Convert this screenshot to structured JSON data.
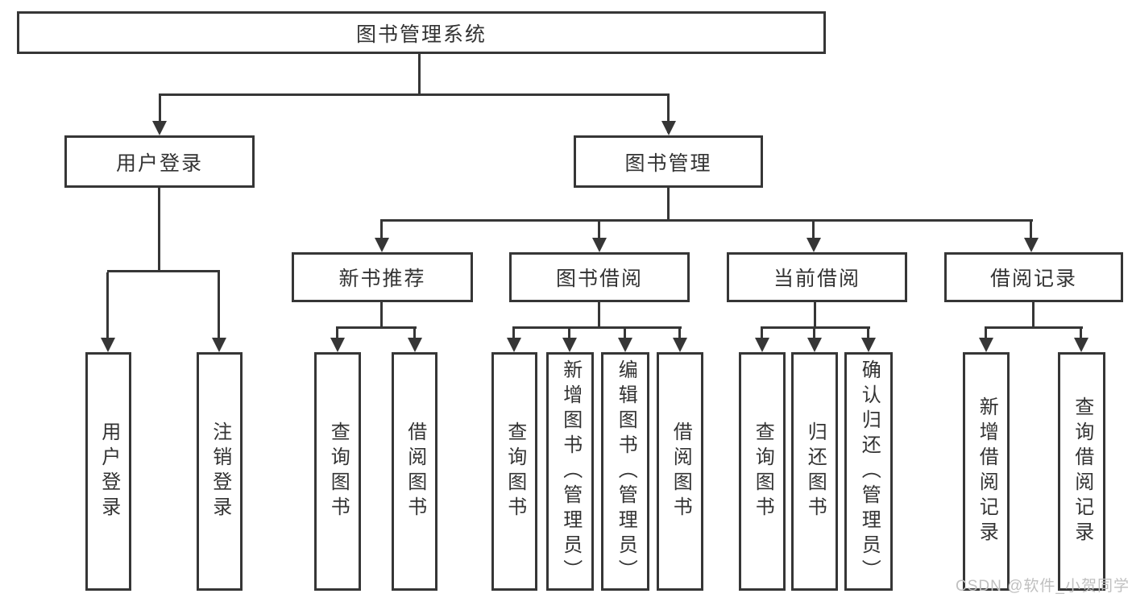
{
  "diagram": {
    "title": "图书管理系统",
    "level2": {
      "user_login": "用户登录",
      "book_mgmt": "图书管理"
    },
    "level3": {
      "new_books": "新书推荐",
      "borrow": "图书借阅",
      "current": "当前借阅",
      "records": "借阅记录"
    },
    "leaves": {
      "user_login": [
        "用户登录",
        "注销登录"
      ],
      "new_books": [
        "查询图书",
        "借阅图书"
      ],
      "borrow": [
        "查询图书",
        "新增图书（管理员）",
        "编辑图书（管理员）",
        "借阅图书"
      ],
      "current": [
        "查询图书",
        "归还图书",
        "确认归还（管理员）"
      ],
      "records": [
        "新增借阅记录",
        "查询借阅记录"
      ]
    }
  },
  "watermark": "CSDN @软件_小贺同学",
  "colors": {
    "line": "#363636",
    "text": "#333333",
    "box_bg": "#ffffff",
    "page_bg": "#ffffff",
    "watermark": "#c0c0c0"
  }
}
